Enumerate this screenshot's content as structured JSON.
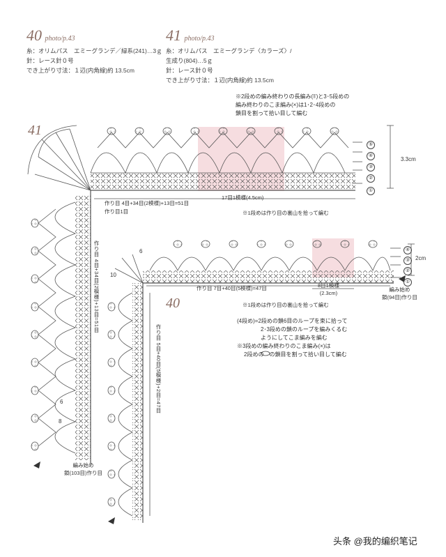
{
  "pattern40": {
    "number": "40",
    "photo_ref": "photo/p.43",
    "lines": [
      "糸：オリムパス　エミーグランデ／緑系(241)…3ｇ",
      "針：レース針０号",
      "でき上がり寸法：１辺(内角線)約 13.5cm"
    ]
  },
  "pattern41": {
    "number": "41",
    "photo_ref": "photo/p.43",
    "lines": [
      "糸：オリムパス　エミーグランデ〈カラーズ〉/",
      "生成り(804)…5ｇ",
      "針：レース針０号",
      "でき上がり寸法：１辺(内角線)約 13.5cm"
    ]
  },
  "diagram41": {
    "label": "41",
    "top_note": [
      "※2段めの編み終わりの長編み(⫪)と3･5段めの",
      "編み終わりのこま編み(×)は1･2･4段めの",
      "鎖目を割って拾い目して編む"
    ],
    "rows": [
      "⑤",
      "④",
      "③",
      "②",
      "①"
    ],
    "size": "3.3cm",
    "repeat": "17目1模様(4.5cm)",
    "foundation_h": "作り目 4目+34目(2模様)+13目=51目",
    "corner": "作り目1目",
    "foundation_v": "作り目 4目+34目(2模様)+13目=51目",
    "note1": "※1段めは作り目の裏山を拾って編む",
    "start": [
      "編み始め",
      "鎖(103目)作り目"
    ],
    "side_nums": [
      "6",
      "8"
    ]
  },
  "diagram40": {
    "label": "40",
    "rows": [
      "④",
      "③",
      "②",
      "①"
    ],
    "size": "2cm",
    "repeat": [
      "8目1模様",
      "(2.3cm)"
    ],
    "foundation_h": "作り目 7目+40目(5模様)=47目",
    "foundation_v": "作り目 5目+40目(5模様)+2目=47目",
    "start": [
      "編み始め",
      "鎖(94目)作り目"
    ],
    "side_nums": [
      "6",
      "10"
    ],
    "note1": "※1段めは作り目の裏山を拾って編む",
    "note2": [
      "(4段め)=2段めの鎖6目のループを束に拾って",
      "2･3段めの鎖のループを編みくるむ",
      "ようにしてこま編みを編む"
    ],
    "note3": [
      "※3段めの編み終わりのこま編み(×)は",
      "2段めの　の鎖目を割って拾い目して編む"
    ]
  },
  "watermark": "头条 @我的编织笔记",
  "colors": {
    "title": "#8a6d63",
    "highlight": "#f6dde0",
    "line": "#444444"
  }
}
